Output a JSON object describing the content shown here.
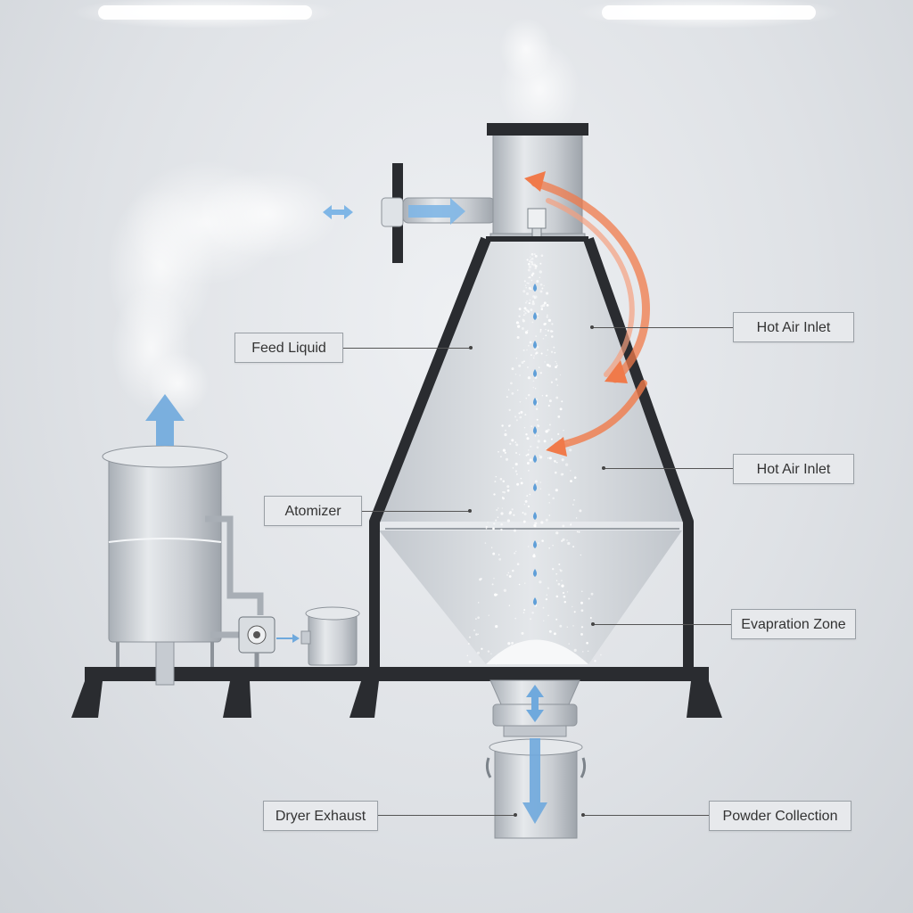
{
  "labels": {
    "feed_liquid": "Feed Liquid",
    "atomizer": "Atomizer",
    "dryer_exhaust": "Dryer Exhaust",
    "hot_air_inlet_top": "Hot Air Inlet",
    "hot_air_inlet_bottom": "Hot Air Inlet",
    "evaporation_zone": "Evapration Zone",
    "powder_collection": "Powder Collection"
  },
  "colors": {
    "hot_air": "#f07a4a",
    "flow_arrow": "#7fb6e6",
    "frame": "#2a2c30",
    "steel": "#c3c8ce"
  }
}
